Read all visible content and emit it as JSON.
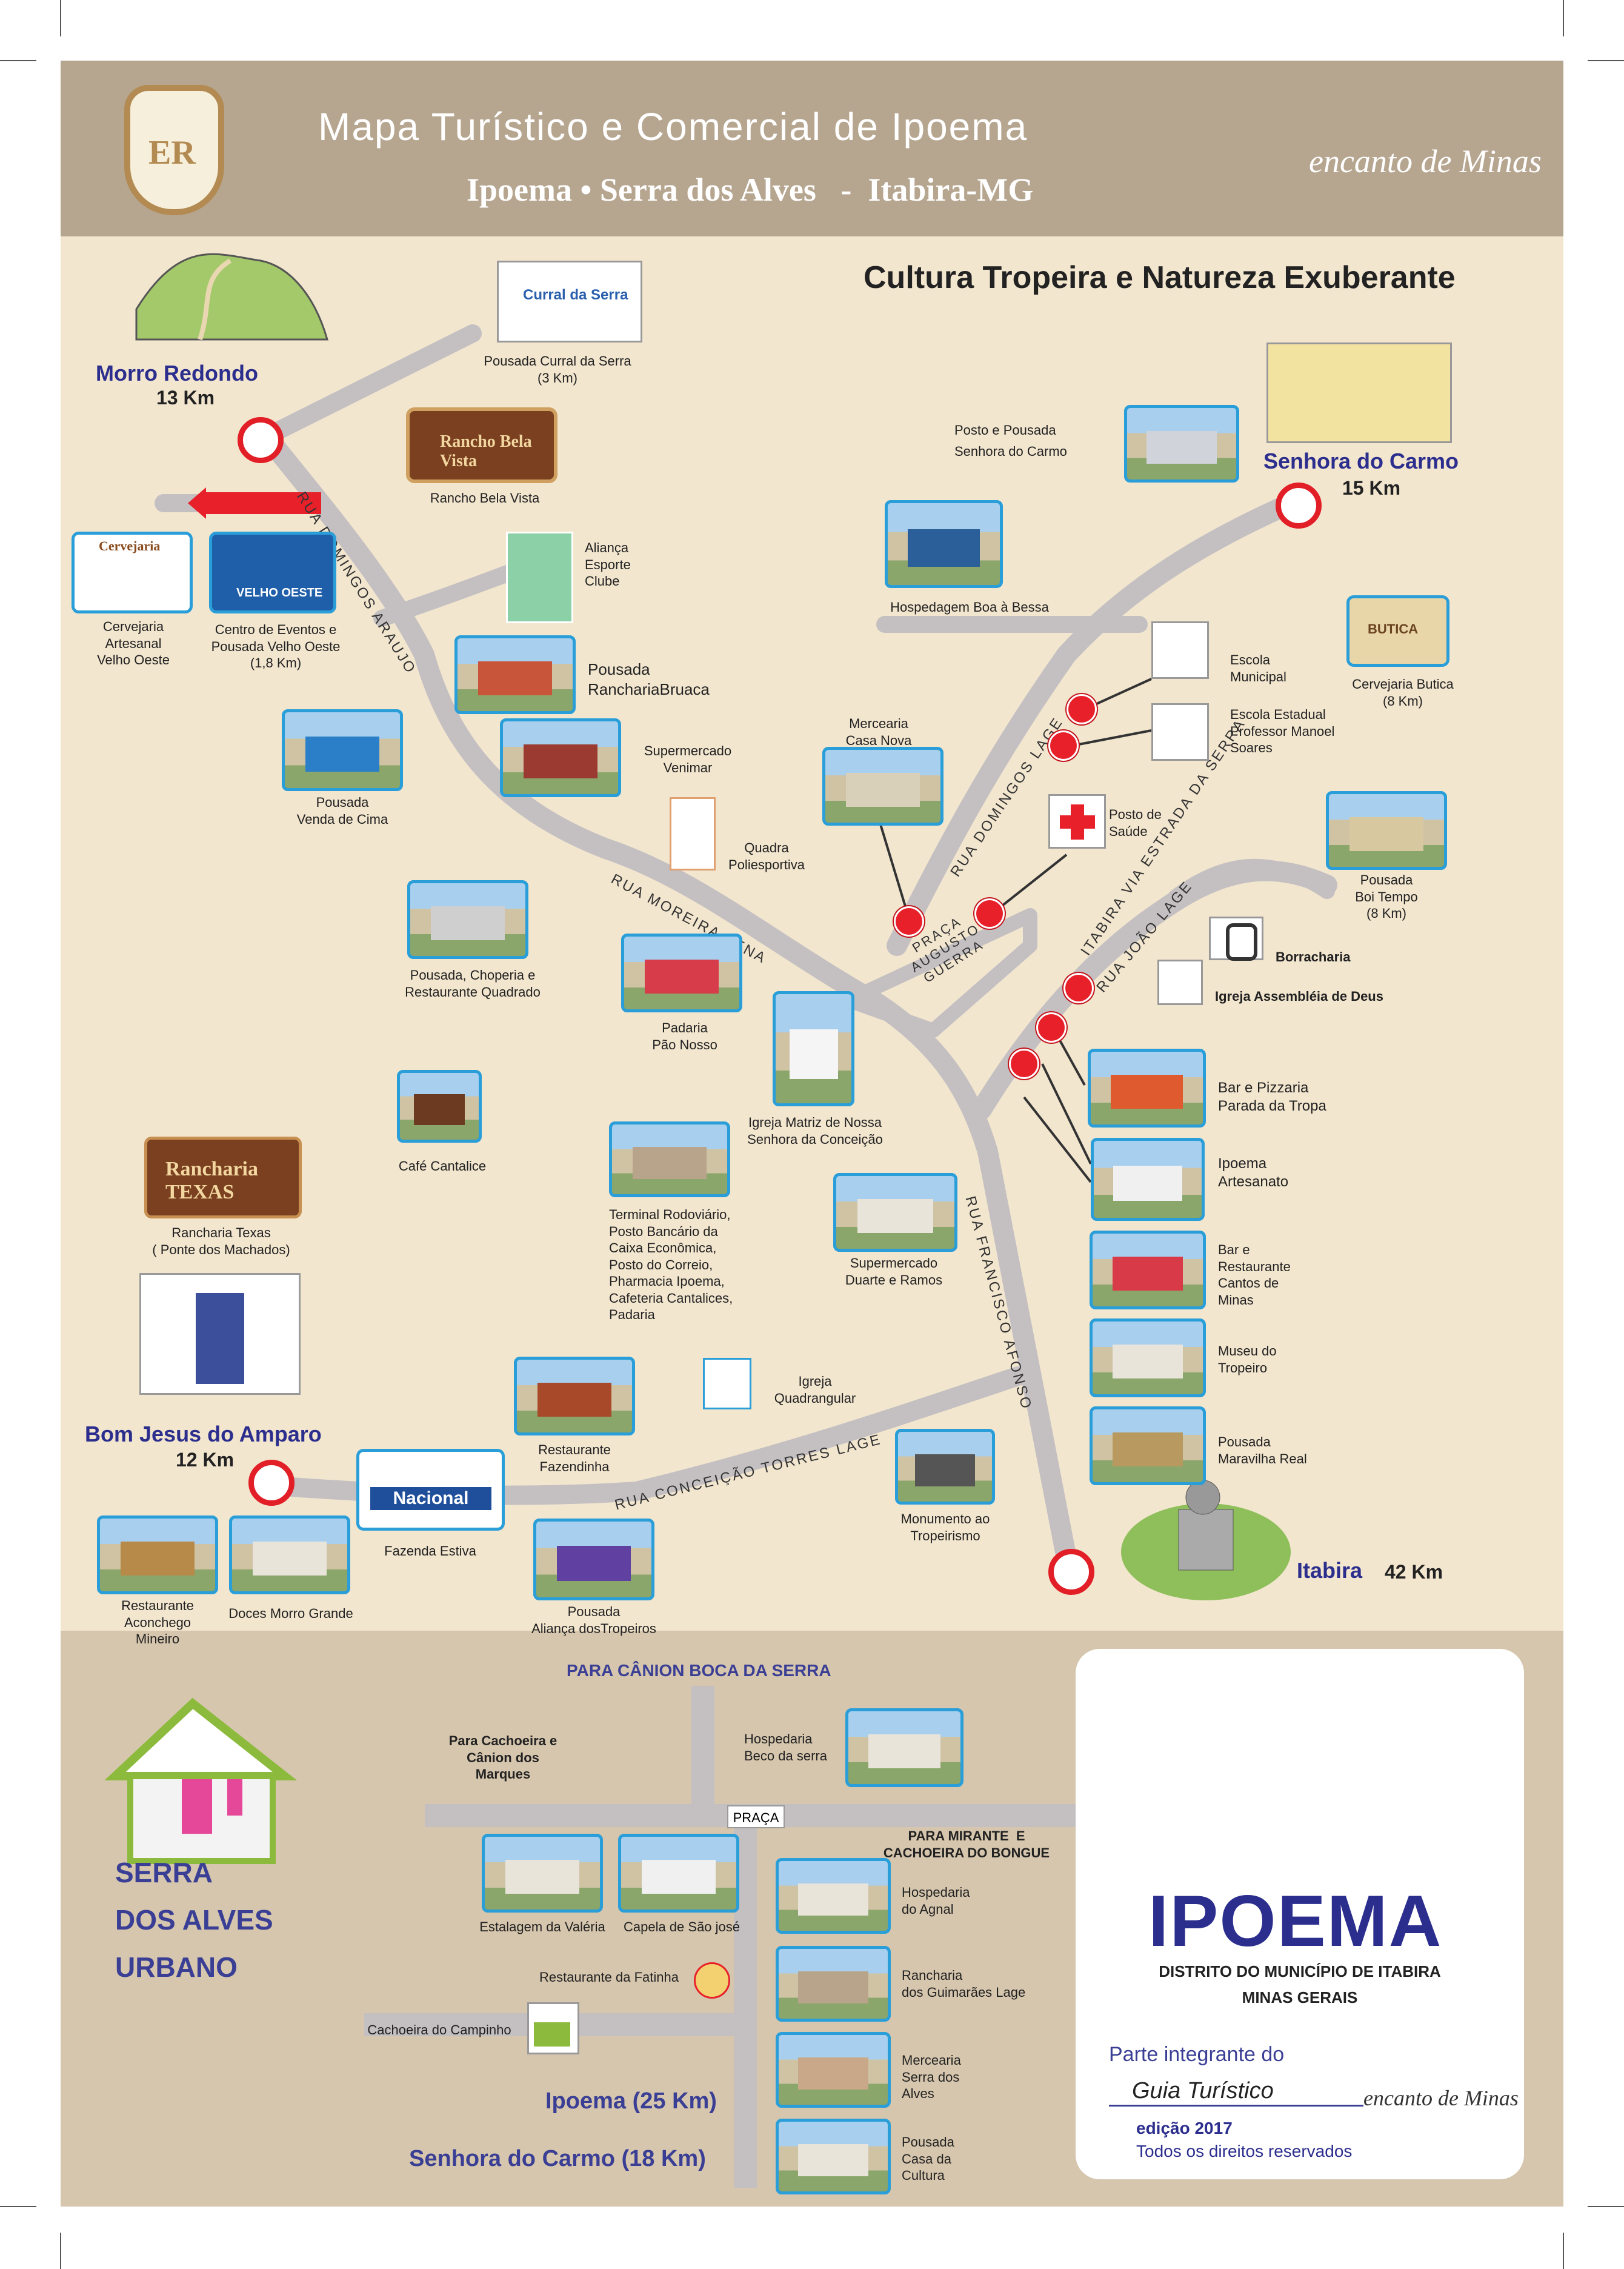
{
  "header": {
    "title": "Mapa Turístico e Comercial de Ipoema",
    "subtitle": "Ipoema • Serra dos Alves   -  Itabira-MG",
    "logo_text": "ER",
    "brand": "encanto de Minas"
  },
  "tagline": "Cultura Tropeira e Natureza Exuberante",
  "towns": {
    "morro_redondo": {
      "name": "Morro Redondo",
      "dist": "13 Km"
    },
    "senhora_carmo": {
      "name": "Senhora do Carmo",
      "dist": "15 Km"
    },
    "bom_jesus": {
      "name": "Bom Jesus do Amparo",
      "dist": "12 Km"
    },
    "itabira": {
      "name": "Itabira",
      "dist": "42 Km"
    }
  },
  "streets": {
    "domingos_araujo": "RUA DOMINGOS ARAUJO",
    "moreira_pena": "RUA MOREIRA PENA",
    "domingos_lage": "RUA DOMINGOS LAGE",
    "estrada_serra": "ITABIRA VIA ESTRADA DA SERRA",
    "joao_lage": "RUA JOÃO LAGE",
    "francisco_afonso": "RUA FRANCISCO AFONSO",
    "conceicao": "RUA CONCEIÇÃO TORRES LAGE",
    "praca": "PRAÇA AUGUSTO GUERRA"
  },
  "places": {
    "curral_serra": "Pousada Curral da Serra\n(3 Km)",
    "curral_sign": "Curral da Serra",
    "rancho_bela_vista": "Rancho Bela Vista",
    "rancho_sign": "Rancho Bela Vista",
    "alianca_esporte": "Aliança\nEsporte\nClube",
    "cervejaria_artesanal": "Cervejaria\nArtesanal\nVelho Oeste",
    "cervejaria_sign": "Cervejaria",
    "centro_eventos": "Centro de Eventos e\nPousada Velho Oeste\n(1,8 Km)",
    "velho_oeste_sign": "VELHO OESTE",
    "rancharia_bruaca": "Pousada\nRanchariaBruaca",
    "supermercado_venimar": "Supermercado\nVenimar",
    "venda_cima": "Pousada\nVenda de Cima",
    "quadra": "Quadra\nPoliesportiva",
    "quadrado": "Pousada, Choperia e\nRestaurante Quadrado",
    "padaria": "Padaria\nPão Nosso",
    "igreja_matriz": "Igreja Matriz de Nossa\nSenhora da Conceição",
    "cafe": "Café Cantalice",
    "texas_sign": "Rancharia TEXAS",
    "texas": "Rancharia Texas\n( Ponte dos Machados)",
    "terminal": "Terminal Rodoviário,\nPosto Bancário da\nCaixa Econômica,\nPosto do Correio,\nPharmacia Ipoema,\nCafeteria Cantalices,\nPadaria",
    "duarte": "Supermercado\nDuarte e Ramos",
    "quadrangular": "Igreja\nQuadrangular",
    "fazendinha": "Restaurante\nFazendinha",
    "nacional_sign": "Nacional",
    "fazenda_estiva": "Fazenda Estiva",
    "acon_mineiro": "Restaurante\nAconchego\nMineiro",
    "doces": "Doces Morro Grande",
    "alianca_tropeiros": "Pousada\nAliança dosTropeiros",
    "monumento": "Monumento ao\nTropeirismo",
    "mercearia_nova": "Mercearia\nCasa Nova",
    "boa_bessa": "Hospedagem Boa à Bessa",
    "posto_pousada": "Posto e Pousada\nSenhora do Carmo",
    "escola_municipal": "Escola\nMunicipal",
    "escola_estadual": "Escola Estadual\nProfessor Manoel\nSoares",
    "butica": "Cervejaria Butica\n(8 Km)",
    "butica_sign": "BUTICA",
    "posto_saude": "Posto de\nSaúde",
    "boi_tempo": "Pousada\nBoi Tempo\n(8 Km)",
    "borracharia": "Borracharia",
    "assembleia": "Igreja Assembléia de Deus",
    "parada_tropa": "Bar e Pizzaria\nParada da Tropa",
    "artesanato": "Ipoema\nArtesanato",
    "cantos_minas": "Bar e\nRestaurante\nCantos de\nMinas",
    "museu": "Museu do\nTropeiro",
    "maravilha": "Pousada\nMaravilha Real"
  },
  "serra": {
    "title": "SERRA\nDOS ALVES\nURBANO",
    "canion": "PARA CÂNION BOCA DA SERRA",
    "cachoeira_marques": "Para Cachoeira e\nCânion dos\nMarques",
    "praca": "PRAÇA",
    "mirante": "PARA MIRANTE  E\nCACHOEIRA DO BONGUE",
    "beco": "Hospedaria\nBeco da serra",
    "estalagem": "Estalagem da Valéria",
    "capela": "Capela de São josé",
    "agnal": "Hospedaria\ndo Agnal",
    "guimaraes": "Rancharia\ndos Guimarães Lage",
    "fatinha": "Restaurante da Fatinha",
    "campinho": "Cachoeira do Campinho",
    "mercearia_alves": "Mercearia\nSerra dos\nAlves",
    "casa_cultura": "Pousada\nCasa da\nCultura",
    "ipoema_dist": "Ipoema (25 Km)",
    "carmo_dist": "Senhora do Carmo (18 Km)"
  },
  "card": {
    "title": "IPOEMA",
    "line1": "DISTRITO DO MUNICÍPIO DE ITABIRA",
    "line2": "MINAS GERAIS",
    "parte": "Parte  integrante do",
    "guia": "Guia Turístico",
    "edicao": "edição 2017",
    "direitos": "Todos os direitos reservados",
    "brand": "encanto de Minas"
  },
  "colors": {
    "road": "#c4c0c2",
    "pin": "#e8202a",
    "town": "#2c2e8e",
    "frame": "#2a9ed8",
    "header": "#b6a690"
  }
}
